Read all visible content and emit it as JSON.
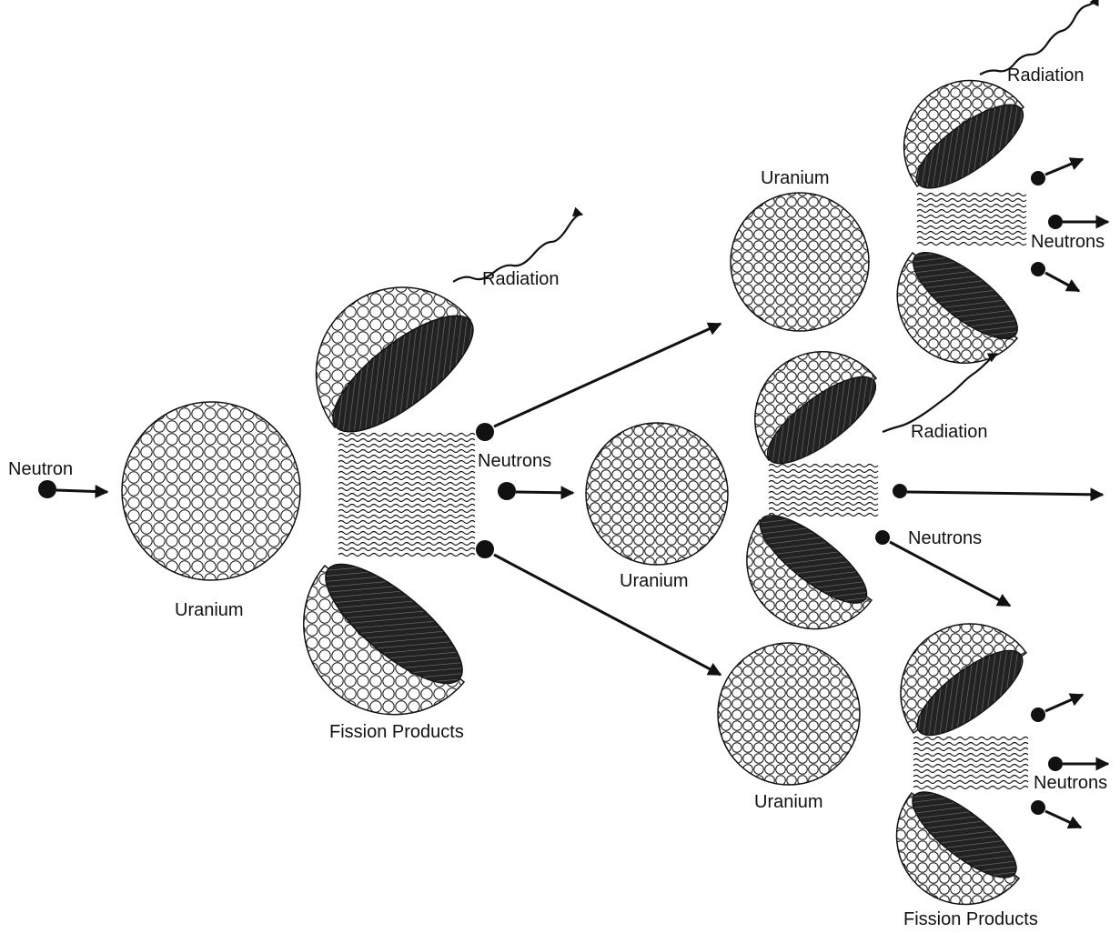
{
  "labels": {
    "neutron": "Neutron",
    "uranium_1": "Uranium",
    "fission_products_1": "Fission Products",
    "radiation_1": "Radiation",
    "neutrons_1": "Neutrons",
    "uranium_2": "Uranium",
    "uranium_top": "Uranium",
    "uranium_bottom": "Uranium",
    "radiation_top": "Radiation",
    "neutrons_top": "Neutrons",
    "radiation_mid": "Radiation",
    "neutrons_mid": "Neutrons",
    "neutrons_bottom": "Neutrons",
    "fission_products_2": "Fission Products"
  },
  "colors": {
    "ink": "#111111",
    "paper": "#ffffff"
  }
}
